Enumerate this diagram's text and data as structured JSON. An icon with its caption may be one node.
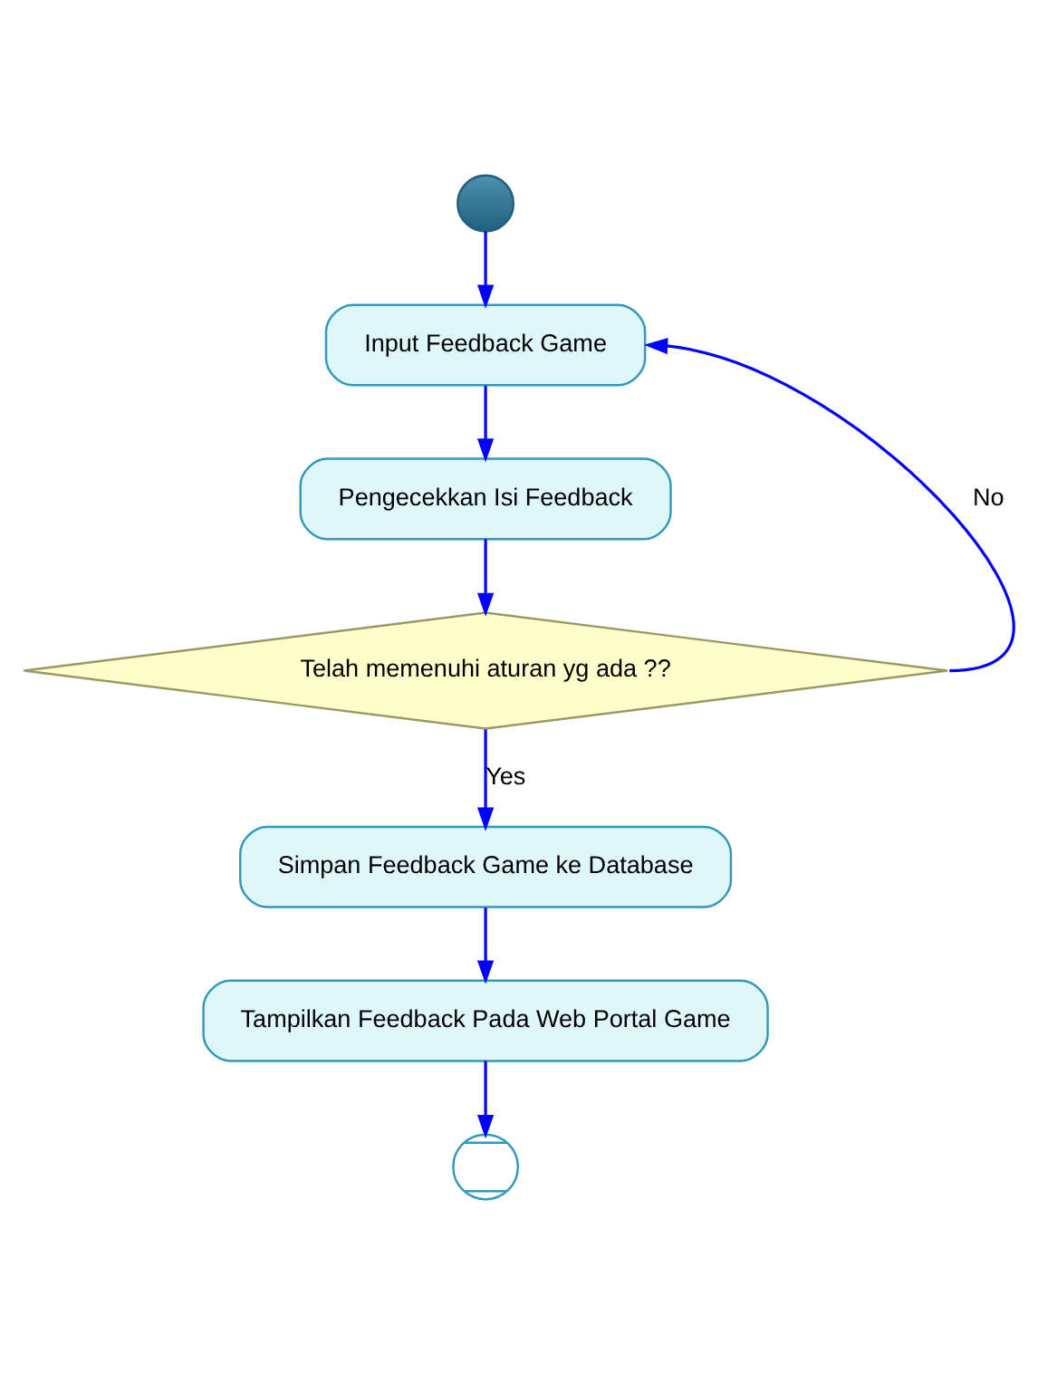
{
  "diagram": {
    "nodes": [
      {
        "text": [],
        "shape": "circle"
      },
      {
        "text": [
          "Input Feedback Game"
        ]
      },
      {
        "text": [
          "Pengecekkan Isi Feedback"
        ]
      },
      {
        "text": [
          "Telah memenuhi aturan yg ada ??"
        ]
      },
      {
        "text": [
          "Simpan Feedback Game ke Database"
        ]
      },
      {
        "text": [
          "Tampilkan Feedback Pada Web Portal Game"
        ]
      },
      {
        "text": [],
        "shape": "circle"
      }
    ],
    "edges": [
      {
        "from": 0,
        "to": 1,
        "arrow": "to"
      },
      {
        "from": 1,
        "to": 2,
        "arrow": "to"
      },
      {
        "from": 2,
        "to": 3,
        "arrow": "to"
      },
      {
        "from": 3,
        "to": 1,
        "arrow": "to",
        "label": "No"
      },
      {
        "from": 3,
        "to": 4,
        "arrow": "to",
        "label": "Yes"
      },
      {
        "from": 4,
        "to": 5,
        "arrow": "to"
      },
      {
        "from": 5,
        "to": 6,
        "arrow": "to"
      }
    ]
  }
}
